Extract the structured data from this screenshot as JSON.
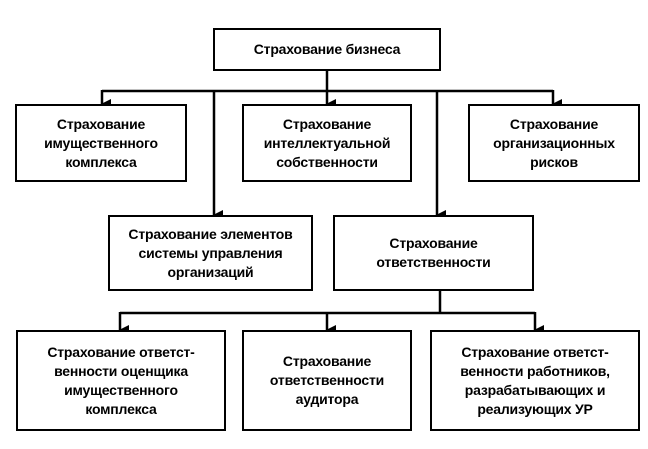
{
  "diagram": {
    "root": "Страхование бизнеса",
    "level1": [
      "Страхование\nимущественного\nкомплекса",
      "Страхование\nинтеллектуальной\nсобственности",
      "Страхование\nорганизационных\nрисков"
    ],
    "level2": [
      "Страхование элементов\nсистемы управления\nорганизаций",
      "Страхование\nответственности"
    ],
    "level3": [
      "Страхование ответст-\nвенности оценщика\nимущественного\nкомплекса",
      "Страхование\nответственности\nаудитора",
      "Страхование ответст-\nвенности работников,\nразрабатывающих и\nреализующих УР"
    ],
    "colors": {
      "line": "#000000",
      "box_border": "#000000",
      "background": "#ffffff"
    }
  }
}
